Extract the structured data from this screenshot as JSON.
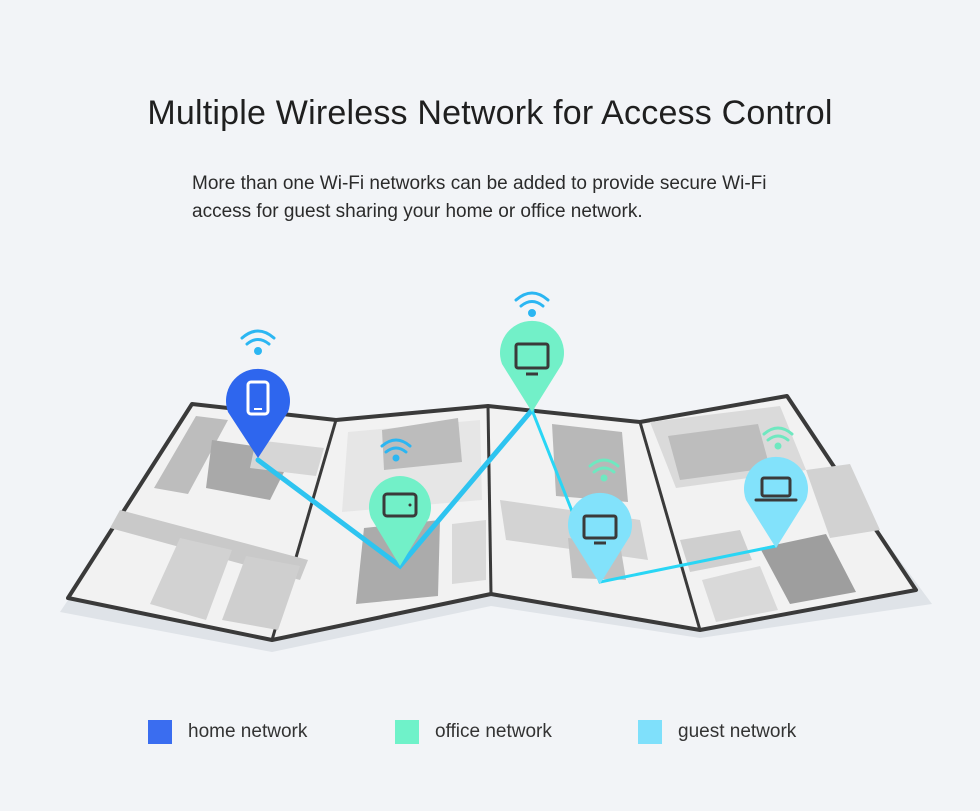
{
  "header": {
    "title": "Multiple Wireless Network for Access Control",
    "description_line1": "More than one Wi-Fi networks can be added to provide secure Wi-Fi",
    "description_line2": "access for guest sharing your home or office network."
  },
  "legend": [
    {
      "label": "home network",
      "color": "#3a6df0"
    },
    {
      "label": "office network",
      "color": "#6ff2c9"
    },
    {
      "label": "guest network",
      "color": "#7fe0fb"
    }
  ],
  "colors": {
    "home": "#2e66ee",
    "office": "#72f0c8",
    "guest": "#82e2fb",
    "link_home": "#2ec4f0",
    "link_guest": "#29d6f5",
    "wifi_blue": "#2bb6f2",
    "wifi_green": "#6fe8c0"
  },
  "devices": [
    {
      "id": "phone",
      "network": "home",
      "icon": "smartphone-icon"
    },
    {
      "id": "tablet",
      "network": "office",
      "icon": "tablet-icon"
    },
    {
      "id": "monitor",
      "network": "office",
      "icon": "monitor-icon"
    },
    {
      "id": "tv",
      "network": "guest",
      "icon": "tv-icon"
    },
    {
      "id": "laptop",
      "network": "guest",
      "icon": "laptop-icon"
    }
  ]
}
